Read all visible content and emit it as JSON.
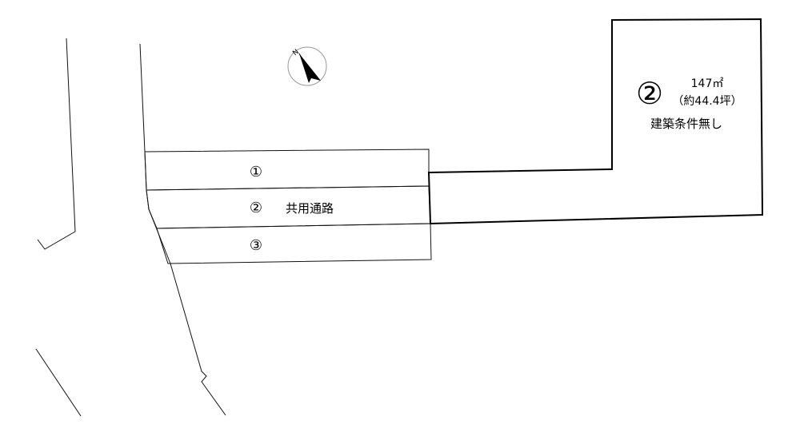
{
  "lots": [
    {
      "marker": "①",
      "label": ""
    },
    {
      "marker": "②",
      "label": "共用通路"
    },
    {
      "marker": "③",
      "label": ""
    }
  ],
  "main_lot": {
    "marker": "②",
    "area": "147㎡",
    "area_tsubo": "（約44.4坪）",
    "condition": "建築条件無し"
  },
  "compass": {
    "north_letter": "N",
    "icon": "north-arrow-icon"
  }
}
